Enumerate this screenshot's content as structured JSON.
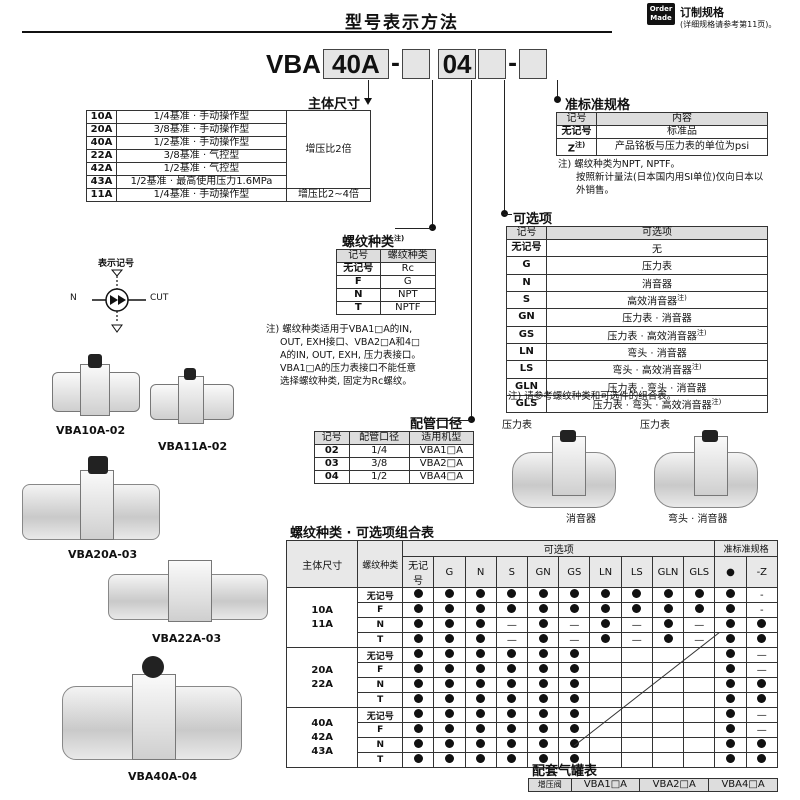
{
  "header": {
    "title": "型号表示方法",
    "order_badge": "Order Made",
    "order_title": "订制规格",
    "order_note": "(详细规格请参考第11页)。"
  },
  "model_code": {
    "prefix": "VBA",
    "size": "40A",
    "port": "04",
    "dash": "-"
  },
  "main_size": {
    "label": "主体尺寸",
    "rows": [
      {
        "code": "10A",
        "desc": "1/4基准 · 手动操作型"
      },
      {
        "code": "20A",
        "desc": "3/8基准 · 手动操作型"
      },
      {
        "code": "40A",
        "desc": "1/2基准 · 手动操作型"
      },
      {
        "code": "22A",
        "desc": "3/8基准 · 气控型"
      },
      {
        "code": "42A",
        "desc": "1/2基准 · 气控型"
      },
      {
        "code": "43A",
        "desc": "1/2基准 · 最高使用压力1.6MPa"
      },
      {
        "code": "11A",
        "desc": "1/4基准 · 手动操作型"
      }
    ],
    "ratio_a": "增压比2倍",
    "ratio_b": "增压比2~4倍"
  },
  "semi_std": {
    "label": "准标准规格",
    "head_code": "记号",
    "head_content": "内容",
    "rows": [
      {
        "code": "无记号",
        "content": "标准品"
      },
      {
        "code": "Z",
        "sup": "注)",
        "content": "产品铭板与压力表的单位为psi"
      }
    ],
    "note": [
      "注) 螺纹种类为NPT, NPTF。",
      "按照新计量法(日本国内用SI单位)仅向日本以",
      "外销售。"
    ]
  },
  "options": {
    "label": "可选项",
    "head_code": "记号",
    "head_content": "可选项",
    "rows": [
      {
        "code": "无记号",
        "content": "无",
        "sup": ""
      },
      {
        "code": "G",
        "content": "压力表",
        "sup": ""
      },
      {
        "code": "N",
        "content": "消音器",
        "sup": ""
      },
      {
        "code": "S",
        "content": "高效消音器",
        "sup": "注)"
      },
      {
        "code": "GN",
        "content": "压力表 · 消音器",
        "sup": ""
      },
      {
        "code": "GS",
        "content": "压力表 · 高效消音器",
        "sup": "注)"
      },
      {
        "code": "LN",
        "content": "弯头 · 消音器",
        "sup": ""
      },
      {
        "code": "LS",
        "content": "弯头 · 高效消音器",
        "sup": "注)"
      },
      {
        "code": "GLN",
        "content": "压力表 · 弯头 · 消音器",
        "sup": ""
      },
      {
        "code": "GLS",
        "content": "压力表 · 弯头 · 高效消音器",
        "sup": "注)"
      }
    ],
    "note": "注) 请参考螺纹种类和可选件的组合表。"
  },
  "thread": {
    "label": "螺纹种类",
    "sup": "注)",
    "head_code": "记号",
    "head_type": "螺纹种类",
    "rows": [
      {
        "code": "无记号",
        "type": "Rc"
      },
      {
        "code": "F",
        "type": "G"
      },
      {
        "code": "N",
        "type": "NPT"
      },
      {
        "code": "T",
        "type": "NPTF"
      }
    ],
    "note": [
      "注) 螺纹种类适用于VBA1□A的IN,",
      "OUT, EXH接口、VBA2□A和4□",
      "A的IN, OUT, EXH, 压力表接口。",
      "VBA1□A的压力表接口不能任意",
      "选择螺纹种类, 固定为Rc螺纹。"
    ]
  },
  "port_size": {
    "label": "配管口径",
    "head_code": "记号",
    "head_size": "配管口径",
    "head_model": "适用机型",
    "rows": [
      {
        "code": "02",
        "size": "1/4",
        "model": "VBA1□A"
      },
      {
        "code": "03",
        "size": "3/8",
        "model": "VBA2□A"
      },
      {
        "code": "04",
        "size": "1/2",
        "model": "VBA4□A"
      }
    ]
  },
  "symbol": {
    "label": "表示记号",
    "in": "N",
    "out": "CUT"
  },
  "products": [
    {
      "name": "VBA10A-02"
    },
    {
      "name": "VBA11A-02"
    },
    {
      "name": "VBA20A-03"
    },
    {
      "name": "VBA22A-03"
    },
    {
      "name": "VBA40A-04"
    }
  ],
  "callouts": {
    "gauge_left": "压力表",
    "muffler_left": "消音器",
    "gauge_right": "压力表",
    "elbow_muffler": "弯头 · 消音器"
  },
  "combo": {
    "title": "螺纹种类 · 可选项组合表",
    "head_size": "主体尺寸",
    "head_thread": "螺纹种类",
    "head_options": "可选项",
    "head_semi": "准标准规格",
    "cols": [
      "无记号",
      "G",
      "N",
      "S",
      "GN",
      "GS",
      "LN",
      "LS",
      "GLN",
      "GLS",
      "●",
      "-Z"
    ],
    "groups": [
      {
        "size": "10A\n11A",
        "rows": [
          {
            "t": "无记号",
            "v": [
              "d",
              "d",
              "d",
              "d",
              "d",
              "d",
              "d",
              "d",
              "d",
              "d",
              "d",
              "-"
            ]
          },
          {
            "t": "F",
            "v": [
              "d",
              "d",
              "d",
              "d",
              "d",
              "d",
              "d",
              "d",
              "d",
              "d",
              "d",
              "-"
            ]
          },
          {
            "t": "N",
            "v": [
              "d",
              "d",
              "d",
              "—",
              "d",
              "—",
              "d",
              "—",
              "d",
              "—",
              "d",
              "d"
            ]
          },
          {
            "t": "T",
            "v": [
              "d",
              "d",
              "d",
              "—",
              "d",
              "—",
              "d",
              "—",
              "d",
              "—",
              "d",
              "d"
            ]
          }
        ]
      },
      {
        "size": "20A\n22A",
        "rows": [
          {
            "t": "无记号",
            "v": [
              "d",
              "d",
              "d",
              "d",
              "d",
              "d",
              "",
              "",
              "",
              "",
              "d",
              "—"
            ]
          },
          {
            "t": "F",
            "v": [
              "d",
              "d",
              "d",
              "d",
              "d",
              "d",
              "",
              "",
              "",
              "",
              "d",
              "—"
            ]
          },
          {
            "t": "N",
            "v": [
              "d",
              "d",
              "d",
              "d",
              "d",
              "d",
              "",
              "",
              "",
              "",
              "d",
              "d"
            ]
          },
          {
            "t": "T",
            "v": [
              "d",
              "d",
              "d",
              "d",
              "d",
              "d",
              "",
              "",
              "",
              "",
              "d",
              "d"
            ]
          }
        ]
      },
      {
        "size": "40A\n42A\n43A",
        "rows": [
          {
            "t": "无记号",
            "v": [
              "d",
              "d",
              "d",
              "d",
              "d",
              "d",
              "",
              "",
              "",
              "",
              "d",
              "—"
            ]
          },
          {
            "t": "F",
            "v": [
              "d",
              "d",
              "d",
              "d",
              "d",
              "d",
              "",
              "",
              "",
              "",
              "d",
              "—"
            ]
          },
          {
            "t": "N",
            "v": [
              "d",
              "d",
              "d",
              "d",
              "d",
              "d",
              "",
              "",
              "",
              "",
              "d",
              "d"
            ]
          },
          {
            "t": "T",
            "v": [
              "d",
              "d",
              "d",
              "d",
              "d",
              "d",
              "",
              "",
              "",
              "",
              "d",
              "d"
            ]
          }
        ]
      }
    ]
  },
  "tank": {
    "title": "配套气罐表",
    "head": "增压阀",
    "cols": [
      "VBA1□A",
      "VBA2□A",
      "VBA4□A"
    ]
  }
}
